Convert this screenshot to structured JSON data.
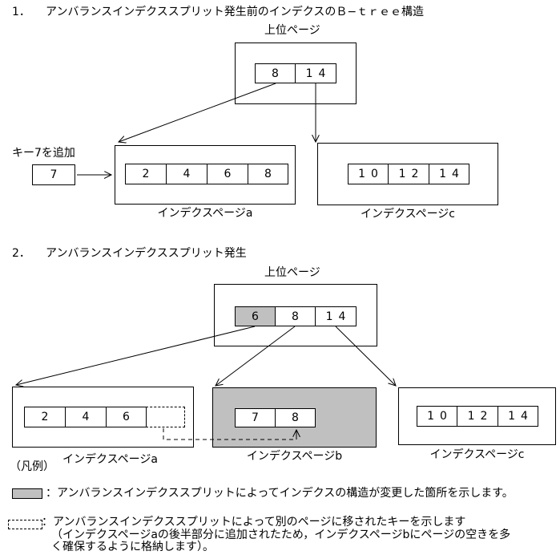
{
  "colors": {
    "highlight": "#c0c0c0",
    "line": "#000000",
    "background": "#ffffff"
  },
  "section1": {
    "number": "1．",
    "title": "アンバランスインデクススプリット発生前のインデクスのＢ−ｔｒｅｅ構造",
    "upper_page_label": "上位ページ",
    "root": {
      "cells": [
        "8",
        "14"
      ]
    },
    "key_add": {
      "label": "キー7を追加",
      "value": "7"
    },
    "page_a": {
      "cells": [
        "2",
        "4",
        "6",
        "8"
      ],
      "label": "インデクスページa"
    },
    "page_c": {
      "cells": [
        "10",
        "12",
        "14"
      ],
      "label": "インデクスページc"
    }
  },
  "section2": {
    "number": "2．",
    "title": "アンバランスインデクススプリット発生",
    "upper_page_label": "上位ページ",
    "root": {
      "cells": [
        "6",
        "8",
        "14"
      ],
      "highlighted_cell": "6"
    },
    "page_a": {
      "cells": [
        "2",
        "4",
        "6"
      ],
      "label": "インデクスページa"
    },
    "page_b": {
      "cells": [
        "7",
        "8"
      ],
      "label": "インデクスページb"
    },
    "page_c": {
      "cells": [
        "10",
        "12",
        "14"
      ],
      "label": "インデクスページc"
    }
  },
  "legend": {
    "heading": "（凡例）",
    "items": [
      {
        "swatch": "gray-box",
        "text": "：アンバランスインデクススプリットによってインデクスの構造が変更した箇所を示します。"
      },
      {
        "swatch": "dashed-box",
        "text": "：アンバランスインデクススプリットによって別のページに移されたキーを示します",
        "text2": "（インデクスページaの後半部分に追加されたため，インデクスページbにページの空きを多",
        "text3": "く確保するように格納します）。"
      }
    ]
  }
}
